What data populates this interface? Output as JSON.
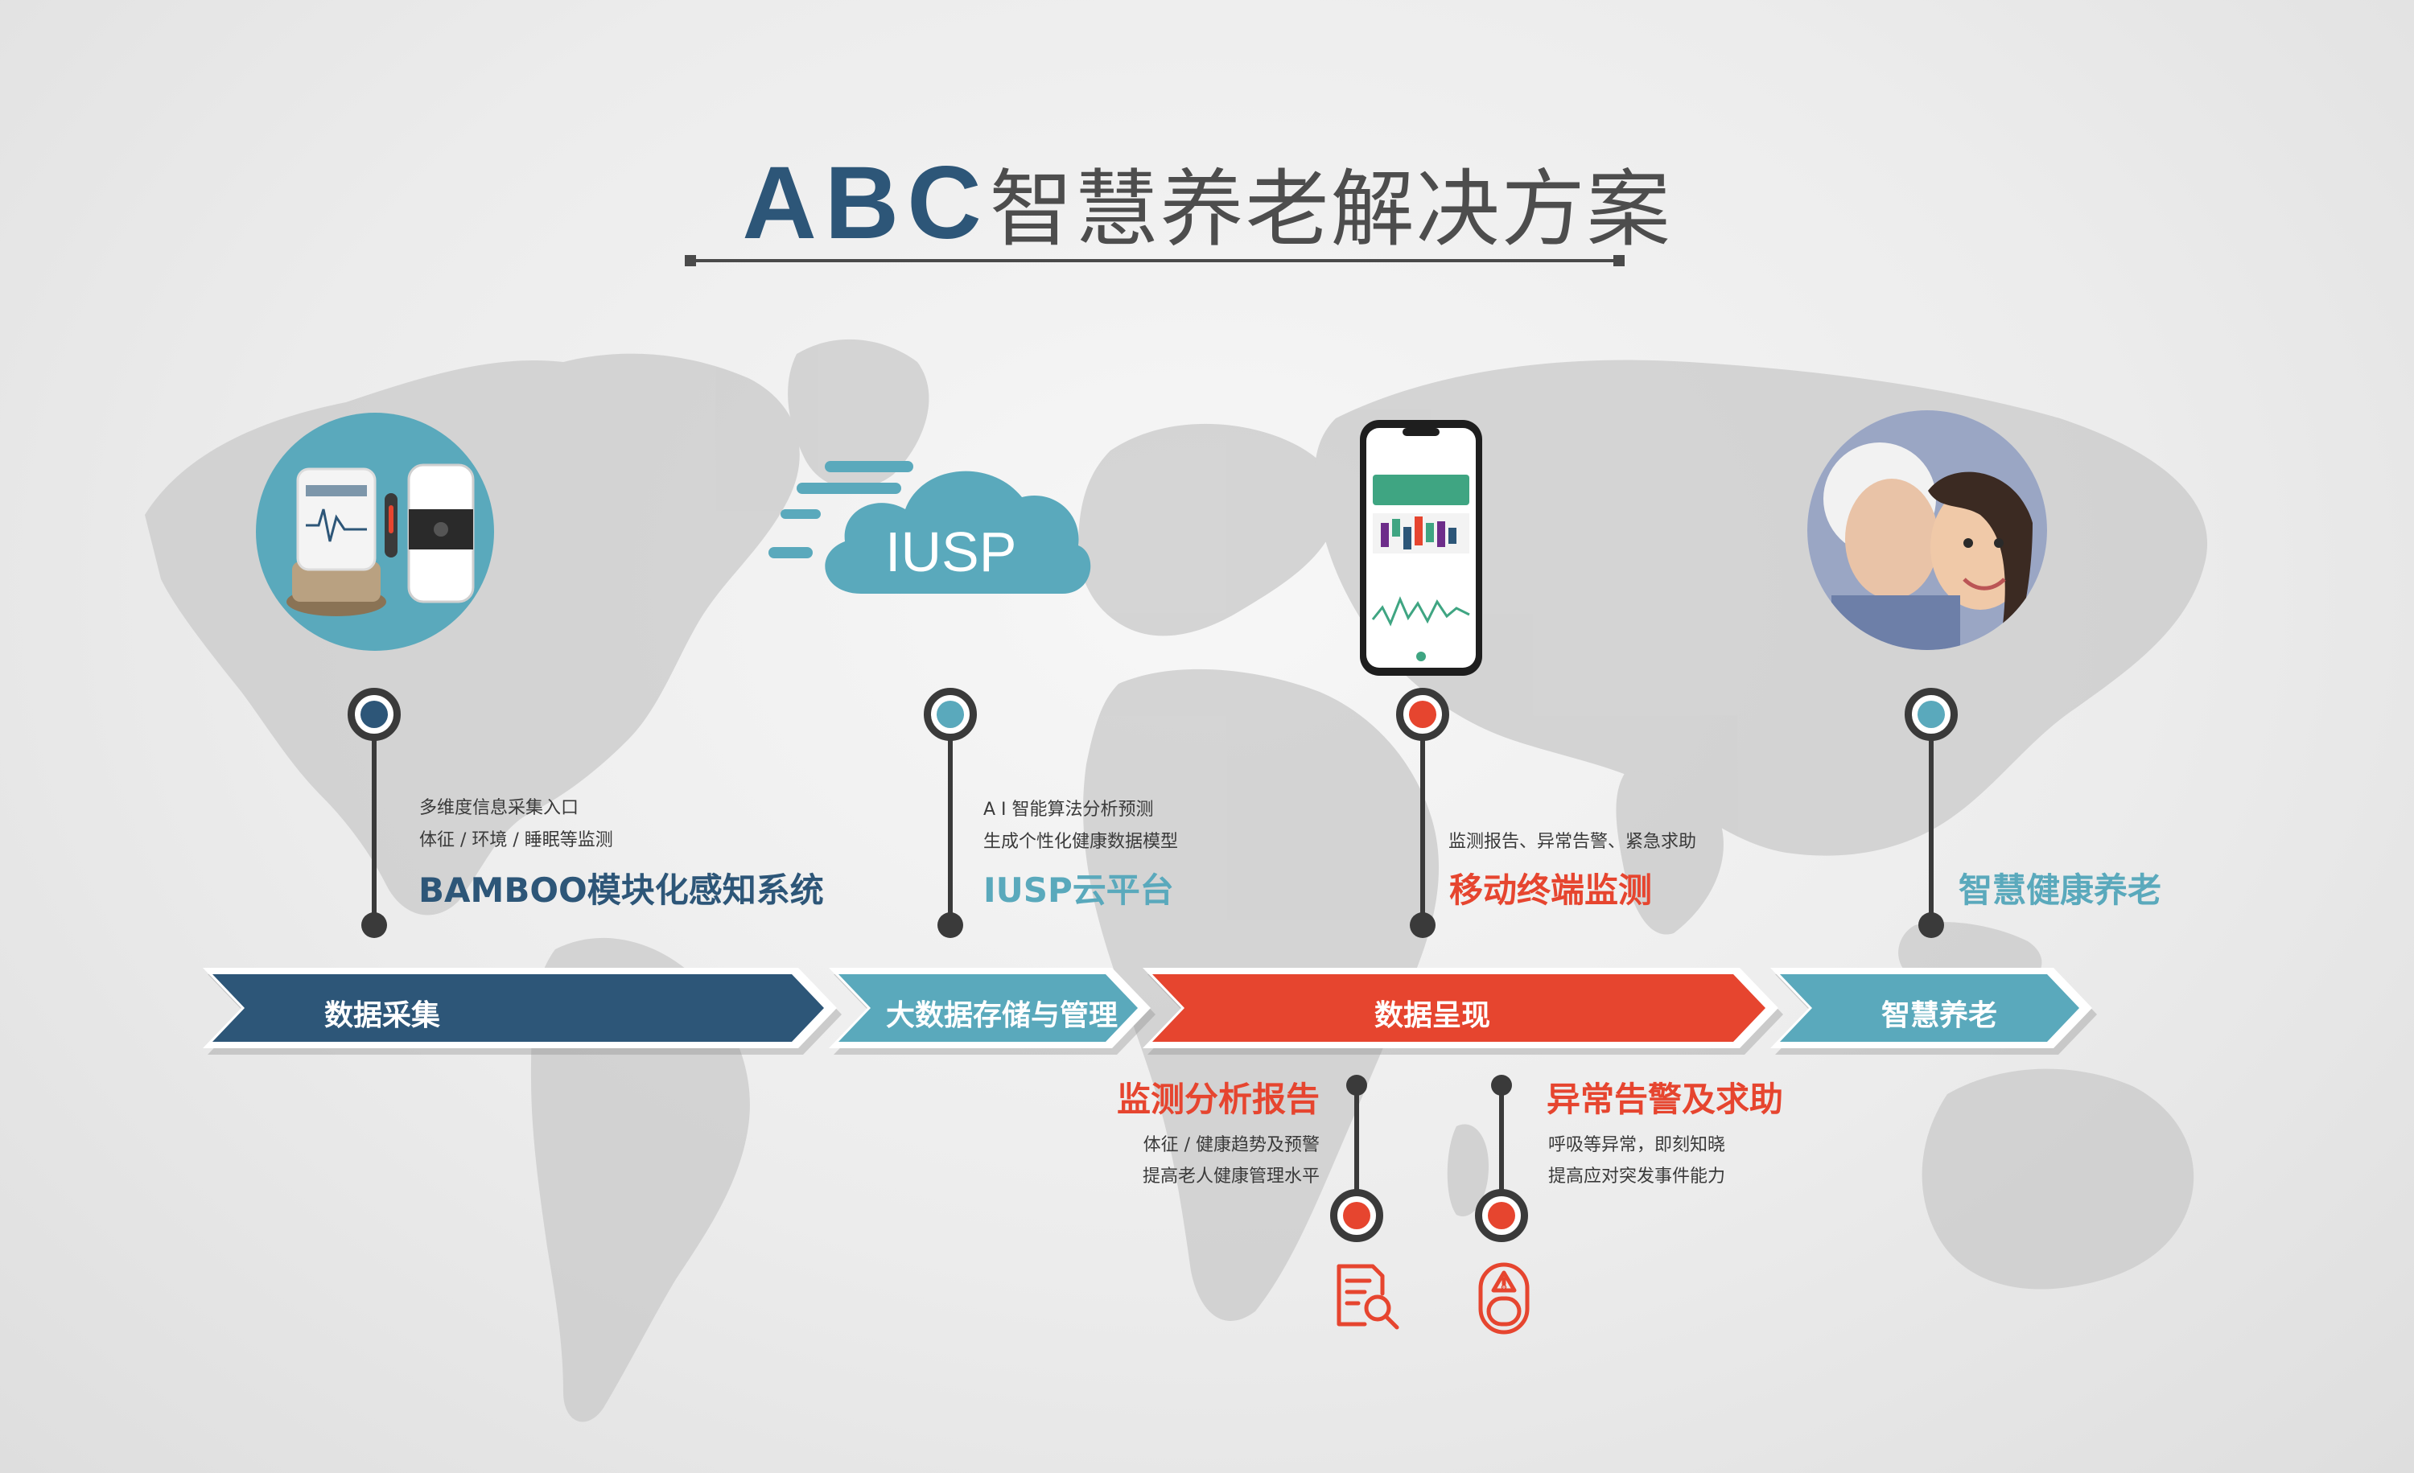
{
  "title": {
    "latin": "ABC",
    "chinese": "智慧养老解决方案"
  },
  "colors": {
    "navy": "#2d5678",
    "teal": "#5aa9bc",
    "red": "#e6452f",
    "dark": "#3a3a3a"
  },
  "cloud": {
    "text": "IUSP"
  },
  "columns": [
    {
      "desc": [
        "多维度信息采集入口",
        "体征 / 环境 / 睡眠等监测"
      ],
      "heading": "BAMBOO模块化感知系统"
    },
    {
      "desc": [
        "A I 智能算法分析预测",
        "生成个性化健康数据模型"
      ],
      "heading": "IUSP云平台"
    },
    {
      "desc": [
        "监测报告、异常告警、紧急求助"
      ],
      "heading": "移动终端监测"
    },
    {
      "desc": [],
      "heading": "智慧健康养老"
    }
  ],
  "arrows": [
    {
      "label": "数据采集"
    },
    {
      "label": "大数据存储与管理"
    },
    {
      "label": "数据呈现"
    },
    {
      "label": "智慧养老"
    }
  ],
  "lower": [
    {
      "heading": "监测分析报告",
      "desc": [
        "体征 / 健康趋势及预警",
        "提高老人健康管理水平"
      ],
      "icon": "report-search-icon"
    },
    {
      "heading": "异常告警及求助",
      "desc": [
        "呼吸等异常，即刻知晓",
        "提高应对突发事件能力"
      ],
      "icon": "alarm-button-icon"
    }
  ]
}
